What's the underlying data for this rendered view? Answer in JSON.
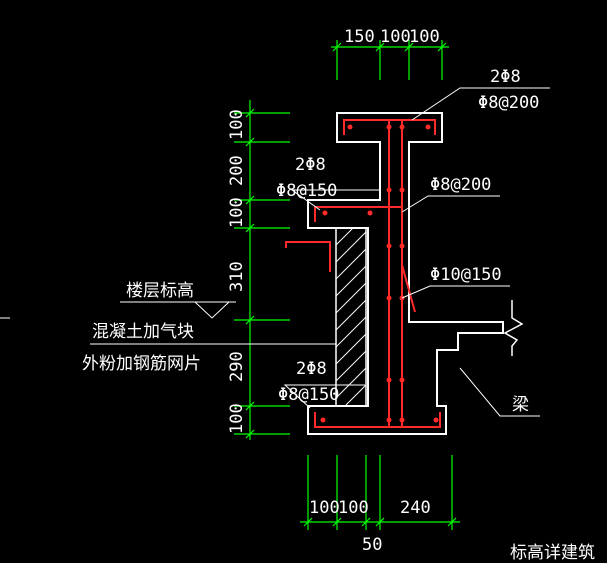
{
  "top_dimensions": [
    "150",
    "100",
    "100"
  ],
  "left_dimensions": [
    "100",
    "200",
    "100",
    "310",
    "290",
    "100"
  ],
  "bottom_dimensions": [
    "100",
    "100",
    "240"
  ],
  "bottom_offset": "50",
  "rebar_labels": {
    "top_bars": "2Φ8",
    "top_stirrup": "Φ8@200",
    "mid_bars": "2Φ8",
    "mid_stirrup": "Φ8@150",
    "vertical_stirrup": "Φ8@200",
    "main_bar": "Φ10@150",
    "low_bars": "2Φ8",
    "low_stirrup": "Φ8@150"
  },
  "annotations": {
    "floor_level": "楼层标高",
    "wall_material": "混凝土加气块",
    "plaster_note": "外粉加钢筋网片",
    "beam": "梁",
    "footer_caption": "标高详建筑"
  },
  "colors": {
    "background": "#000000",
    "outline": "#ffffff",
    "dimension": "#00ff00",
    "rebar": "#ff2a2a",
    "leader": "#ffffff"
  }
}
